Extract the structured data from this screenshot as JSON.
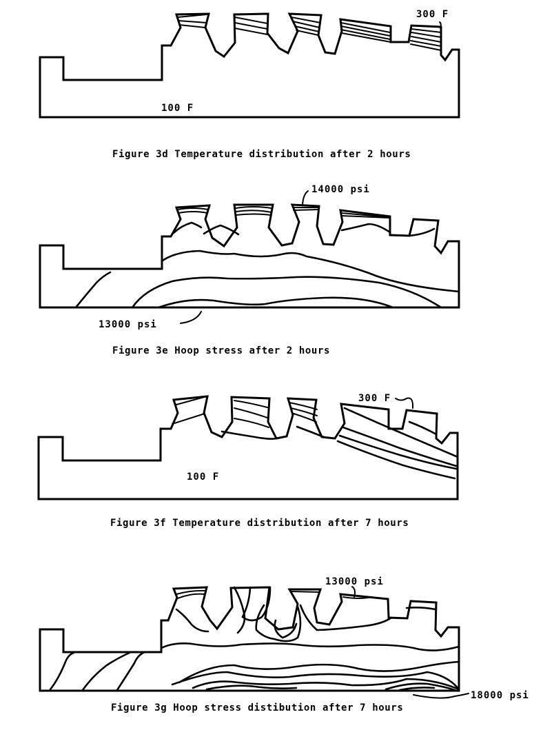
{
  "figures": [
    {
      "id": "3d",
      "caption": "Figure 3d Temperature distribution after 2 hours",
      "labels": {
        "hot": "300 F",
        "cold": "100 F"
      }
    },
    {
      "id": "3e",
      "caption": "Figure 3e Hoop stress after 2 hours",
      "labels": {
        "top": "14000 psi",
        "bottom": "13000 psi"
      }
    },
    {
      "id": "3f",
      "caption": "Figure 3f Temperature distribution after 7 hours",
      "labels": {
        "hot": "300 F",
        "cold": "100 F"
      }
    },
    {
      "id": "3g",
      "caption": "Figure 3g Hoop stress distibution after 7 hours",
      "labels": {
        "top": "13000 psi",
        "bottom": "18000 psi"
      }
    }
  ]
}
